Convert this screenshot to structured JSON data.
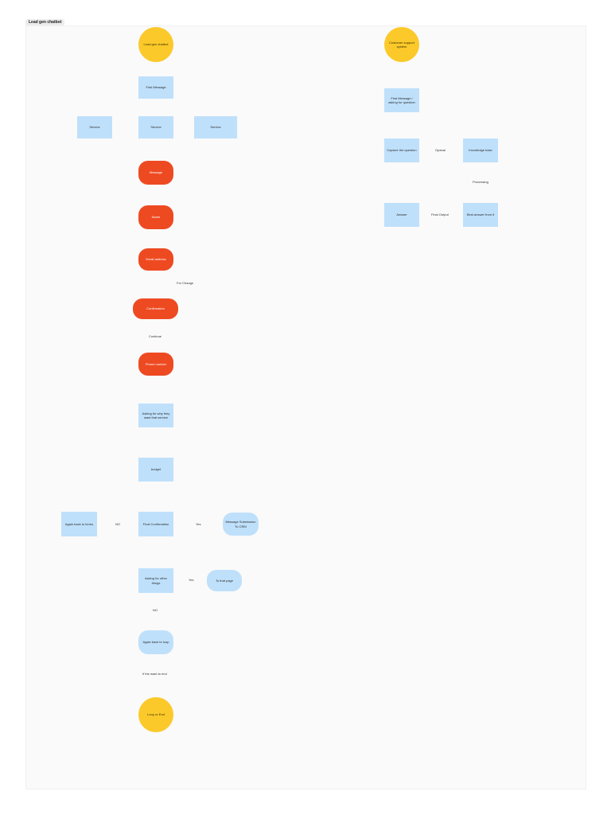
{
  "frame": {
    "title": "Lead gen chatbot"
  },
  "nodes": {
    "lg_start": "Lead gen chatbot",
    "first_message": "First Message",
    "service_left": "Service",
    "service_mid": "Service",
    "service_right": "Service",
    "message": "Message",
    "name": "Name",
    "email": "Email address",
    "confirmation": "Confirmation",
    "phone": "Phone number",
    "asking_why": "Asking for why they want that service",
    "budget": "budget",
    "final_confirmation": "Final Confirmation",
    "again_form": "Again back to forms",
    "message_crm": "Message Submission To CRM",
    "asking_other": "Asking for other things",
    "to_that_page": "To that page",
    "again_loop": "Again back to loop",
    "loop_end": "Loop or End",
    "cs_start": "Customer support system",
    "cs_first_message": "First Message / asking for question",
    "capture": "Capture the question",
    "knowledge": "Knowledge base",
    "best_answer": "Best answer from it",
    "answer": "Answer"
  },
  "edge_labels": {
    "for_change": "For Change",
    "continue": "Continue",
    "no_left": "NO",
    "yes_right": "Yes",
    "yes_other": "Yes",
    "no_down": "NO",
    "if_want_end": "If the want to end",
    "openai": "Opanai",
    "processing": "Processing",
    "final_output": "Final Output"
  },
  "colors": {
    "start_end": "#fbc92a",
    "process": "#bfe0fb",
    "data_capture": "#ee4a22",
    "connector": "#b5b5b5"
  }
}
